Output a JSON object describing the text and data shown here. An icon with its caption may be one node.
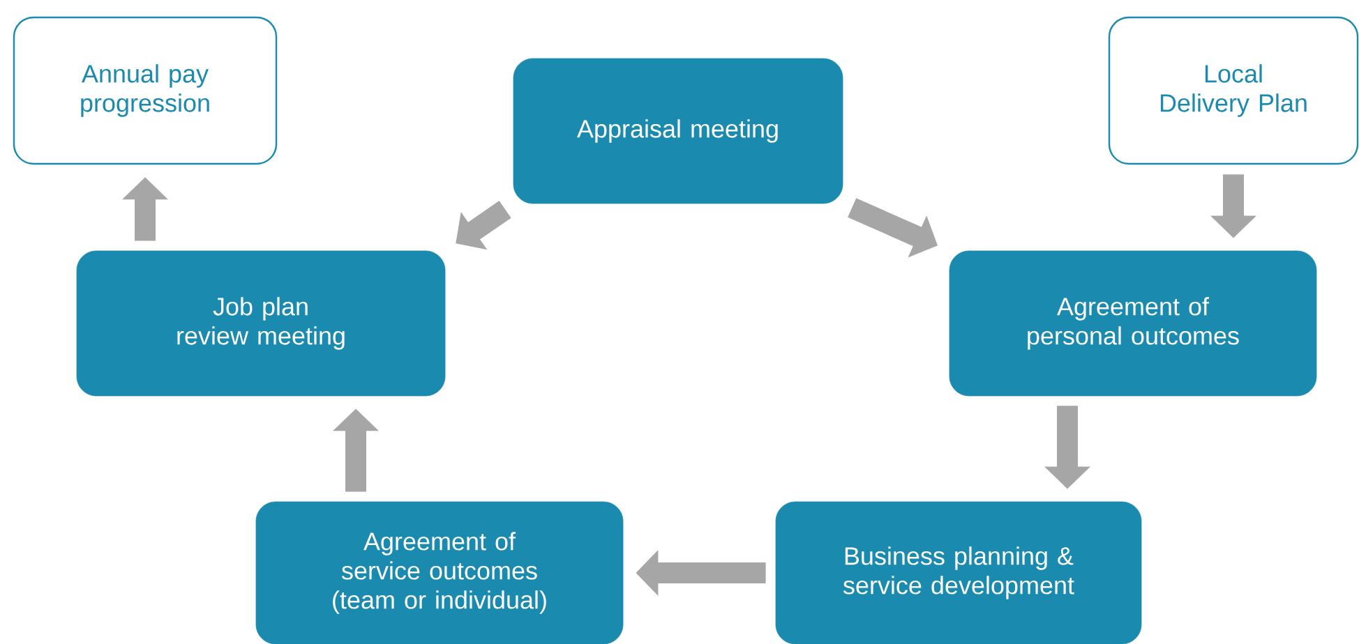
{
  "diagram": {
    "nodes": [
      {
        "text": [
          "Annual pay progression"
        ]
      },
      {
        "text": [
          "Appraisal meeting"
        ]
      },
      {
        "text": [
          "Local Delivery Plan"
        ]
      },
      {
        "text": [
          "Job plan review meeting"
        ]
      },
      {
        "text": [
          "Agreement of personal outcomes"
        ]
      },
      {
        "text": [
          "Agreement of service outcomes (team or individual)"
        ]
      },
      {
        "text": [
          "Business planning & service development"
        ]
      }
    ],
    "edges": [
      {
        "from": 1,
        "to": 3,
        "arrow": "to"
      },
      {
        "from": 1,
        "to": 4,
        "arrow": "to"
      },
      {
        "from": 2,
        "to": 4,
        "arrow": "to"
      },
      {
        "from": 4,
        "to": 6,
        "arrow": "to"
      },
      {
        "from": 6,
        "to": 5,
        "arrow": "to"
      },
      {
        "from": 5,
        "to": 3,
        "arrow": "to"
      },
      {
        "from": 3,
        "to": 0,
        "arrow": "to"
      }
    ]
  }
}
